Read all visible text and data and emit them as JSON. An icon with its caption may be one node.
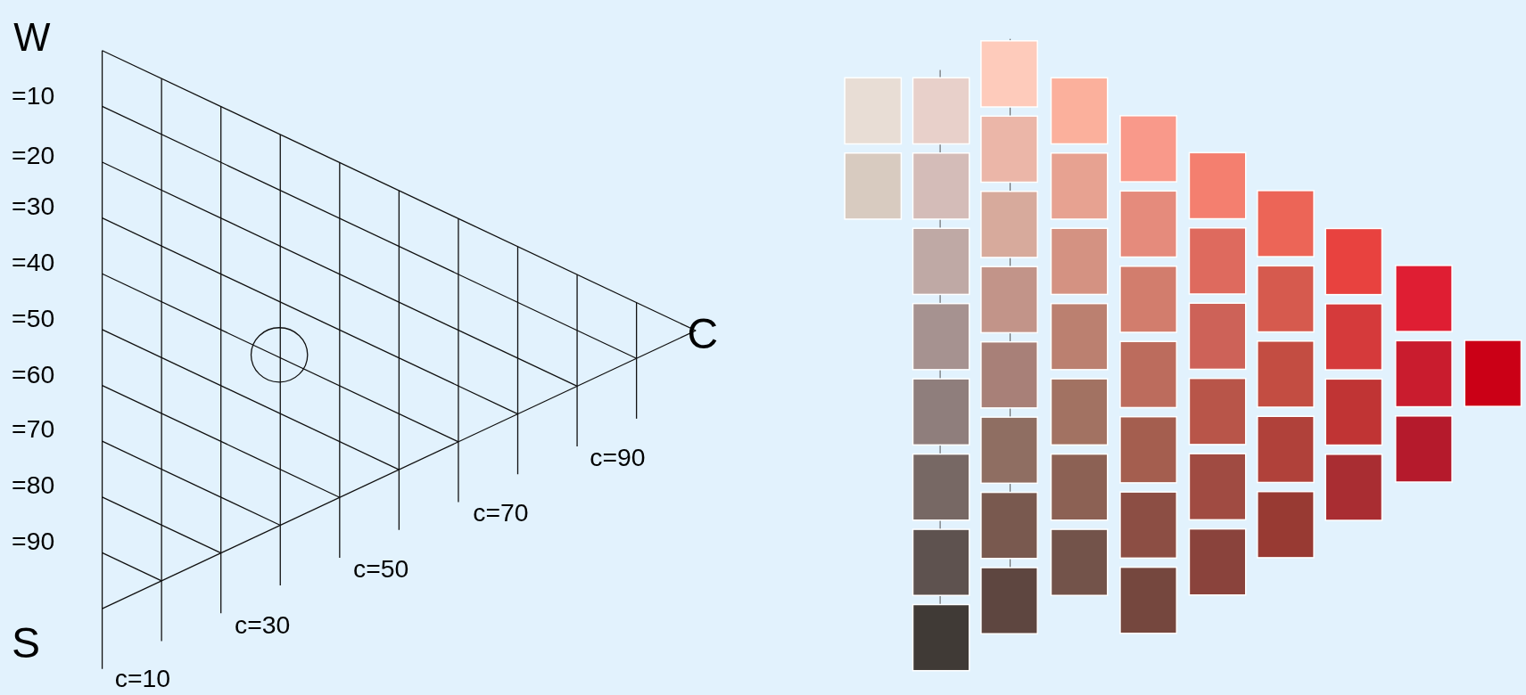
{
  "diagram": {
    "labels": [
      "W",
      "=10",
      "=20",
      "=30",
      "=40",
      "=50",
      "C",
      "=60",
      "=70",
      "c=90",
      "=80",
      "c=70",
      "=90",
      "c=50",
      "c=30",
      "S",
      "c=10"
    ]
  }
}
